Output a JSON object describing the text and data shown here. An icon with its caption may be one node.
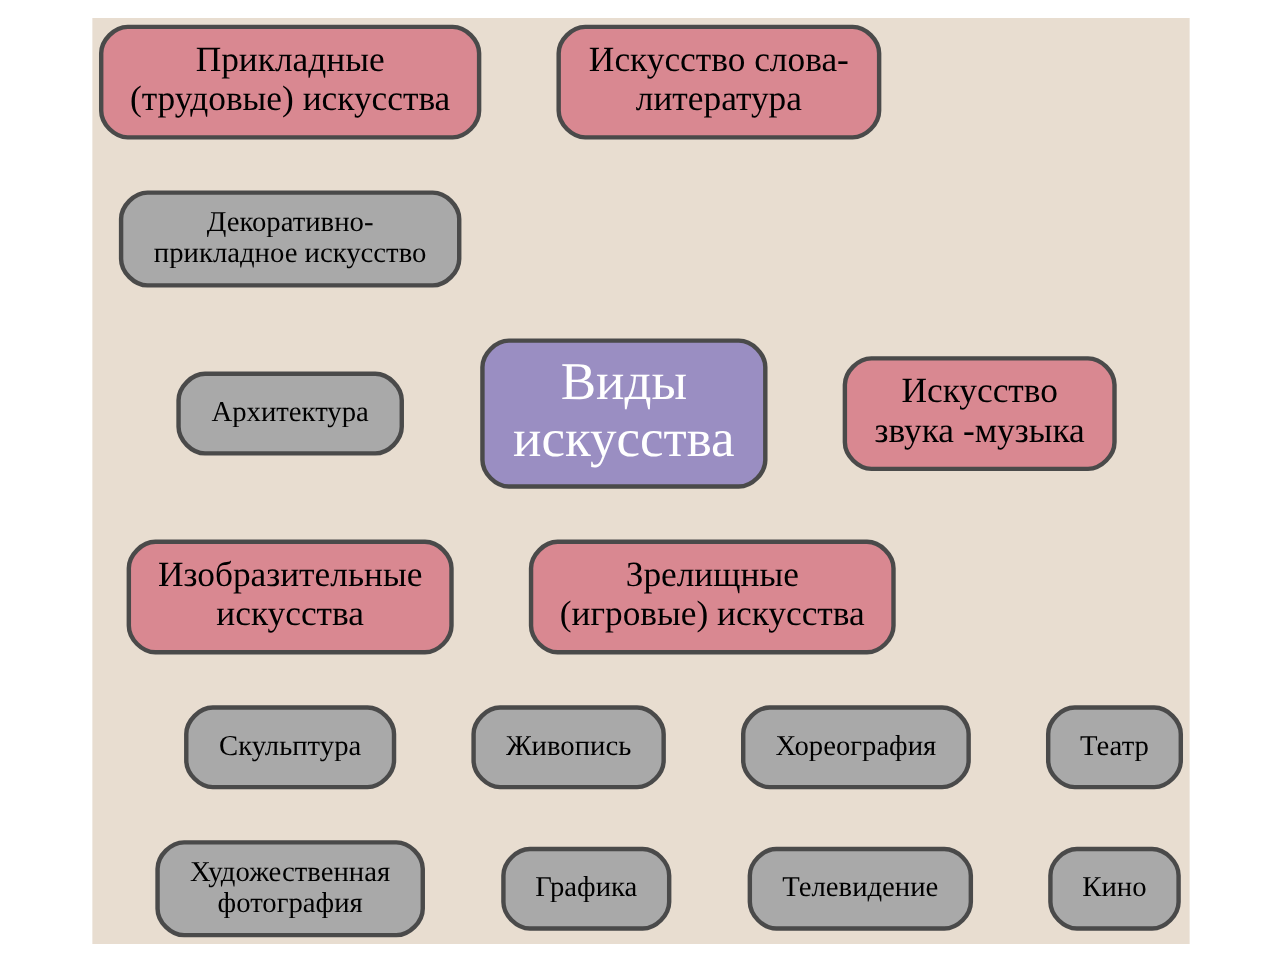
{
  "diagram": {
    "nodes": [
      {
        "text": [
          "Прикладные (трудовые) искусства"
        ]
      },
      {
        "text": [
          "Искусство слова- литература"
        ]
      },
      {
        "text": [
          "Декоративно- прикладное искусство"
        ]
      },
      {
        "text": [
          "Искусство звука -музыка"
        ]
      },
      {
        "text": [
          "Виды искусства"
        ]
      },
      {
        "text": [
          "Архитектура"
        ]
      },
      {
        "text": [
          "Изобразительные искусства"
        ]
      },
      {
        "text": [
          "Зрелищные (игровые) искусства"
        ]
      },
      {
        "text": [
          "Скульптура"
        ]
      },
      {
        "text": [
          "Живопись"
        ]
      },
      {
        "text": [
          "Хореография"
        ]
      },
      {
        "text": [
          "Театр"
        ]
      },
      {
        "text": [
          "Художественная фотография"
        ]
      },
      {
        "text": [
          "Графика"
        ]
      },
      {
        "text": [
          "Телевидение"
        ]
      },
      {
        "text": [
          "Кино"
        ]
      }
    ],
    "edges": []
  }
}
